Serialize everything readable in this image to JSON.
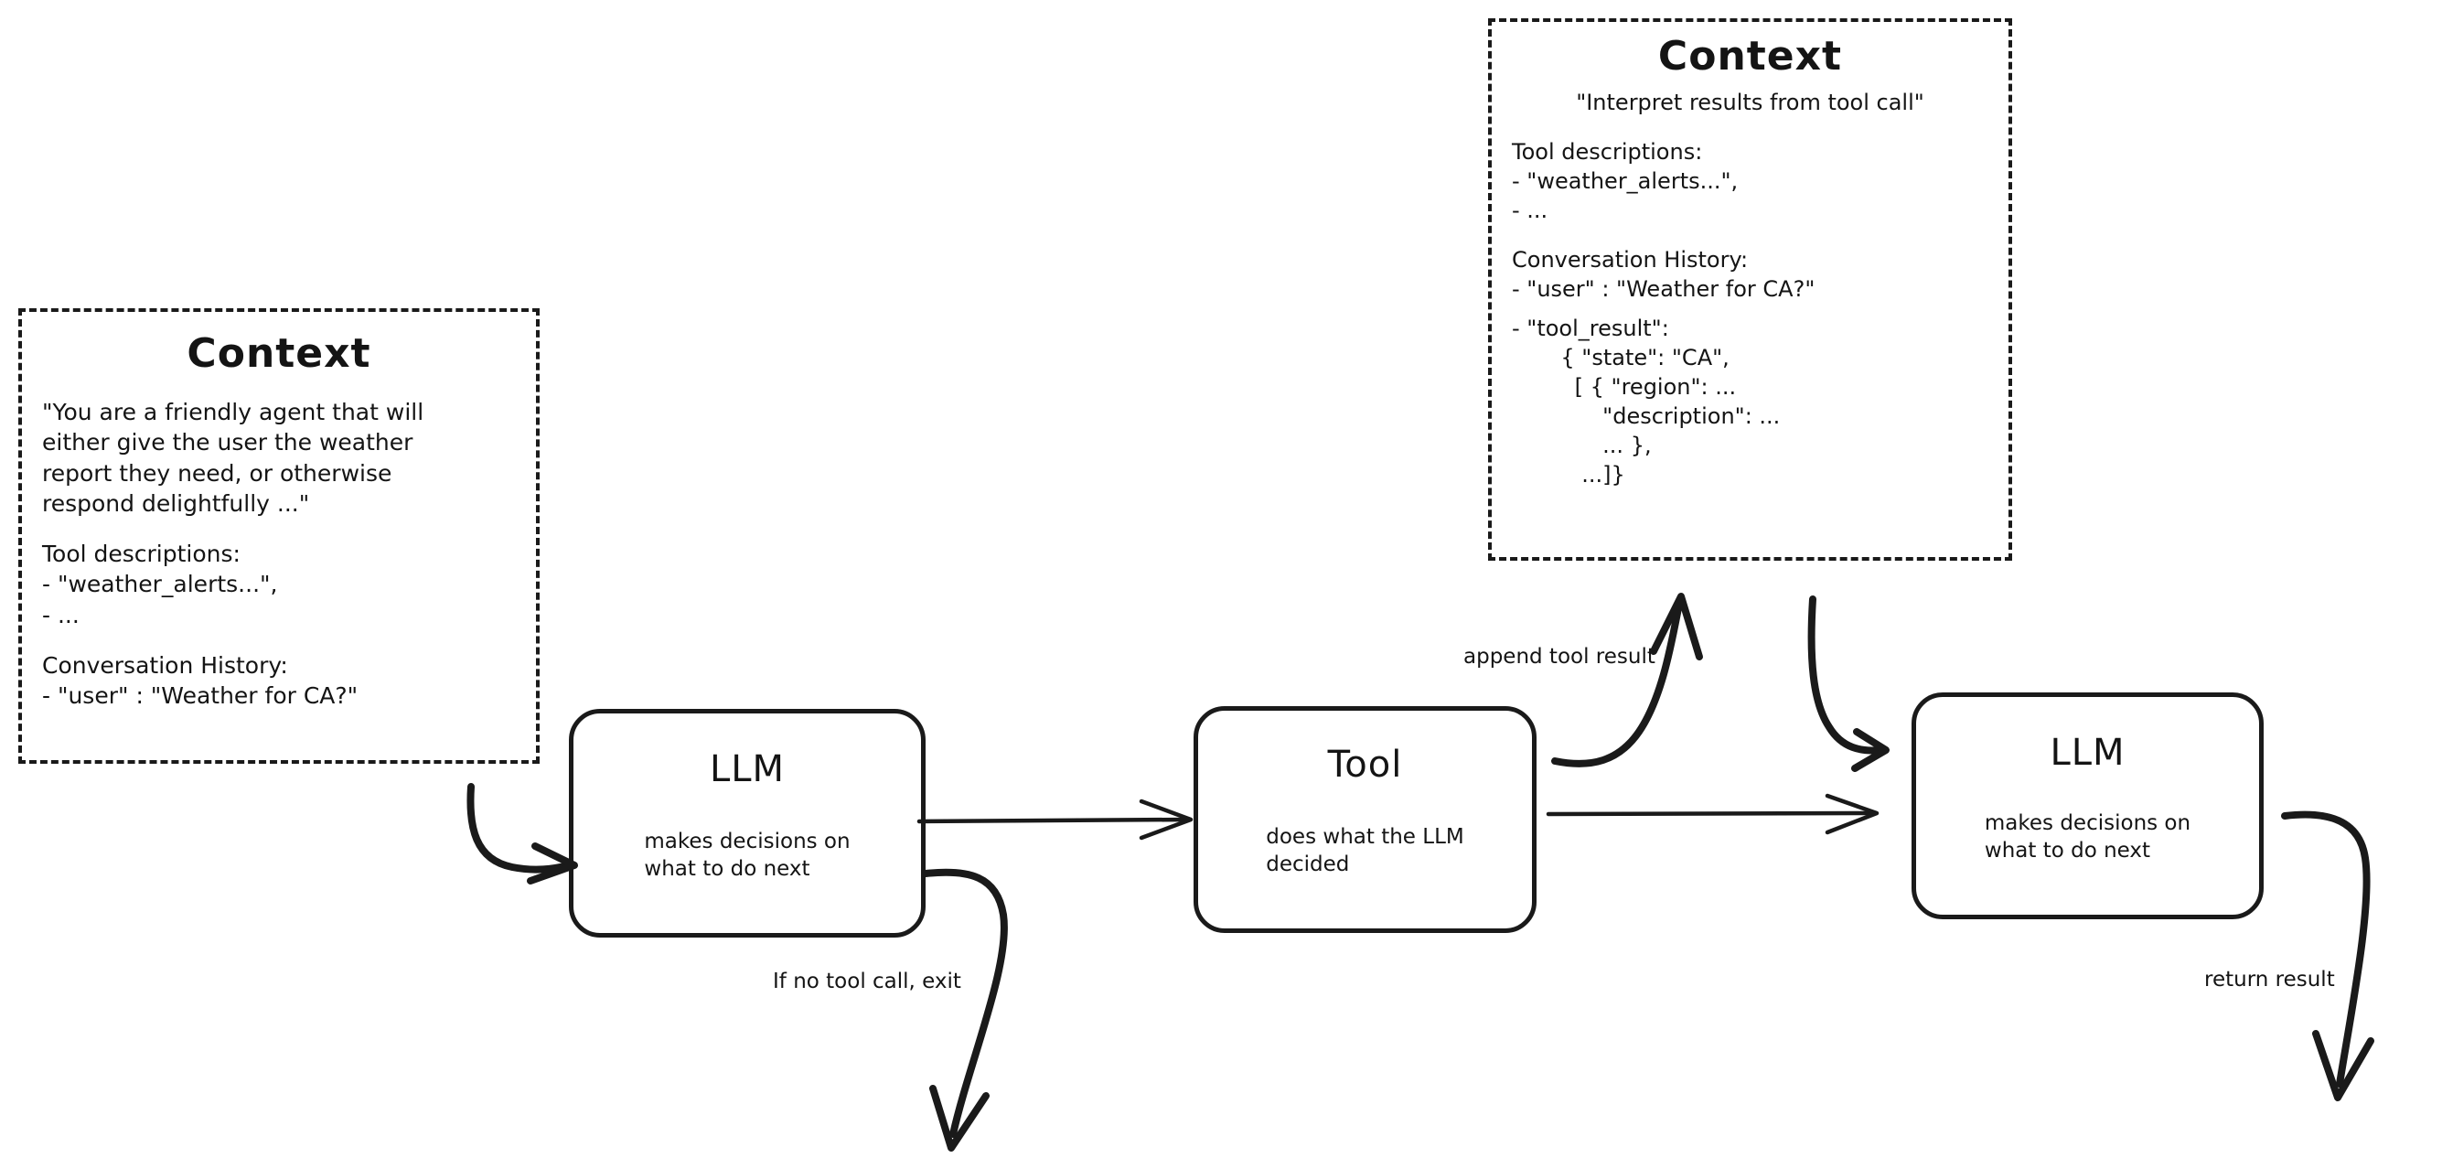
{
  "diagram": {
    "title": "Agent loop with LLM, Tool and Context",
    "ink_color": "#1a1a1a",
    "background": "#ffffff"
  },
  "context_left": {
    "title": "Context",
    "system_prompt": "\"You are a friendly agent that will\neither give the user the weather\nreport they need, or otherwise\nrespond delightfully ...\"",
    "tool_descriptions": "Tool descriptions:\n- \"weather_alerts...\",\n- ...",
    "conversation_history": "Conversation History:\n- \"user\" : \"Weather for CA?\""
  },
  "context_right": {
    "title": "Context",
    "system_prompt": "\"Interpret results from tool call\"",
    "tool_descriptions": "Tool descriptions:\n- \"weather_alerts...\",\n- ...",
    "conversation_history": "Conversation History:\n- \"user\" : \"Weather for CA?\"",
    "tool_result": "- \"tool_result\":\n       { \"state\": \"CA\",\n         [ { \"region\": ...\n             \"description\": ...\n             ... },\n          ...]}"
  },
  "nodes": {
    "llm1": {
      "title": "LLM",
      "subtitle": "makes decisions on\nwhat to do next"
    },
    "tool": {
      "title": "Tool",
      "subtitle": "does what the LLM\ndecided"
    },
    "llm2": {
      "title": "LLM",
      "subtitle": "makes decisions on\nwhat to do next"
    }
  },
  "edges": {
    "exit_label": "If no tool call, exit",
    "append_label": "append tool result",
    "return_label": "return result"
  }
}
